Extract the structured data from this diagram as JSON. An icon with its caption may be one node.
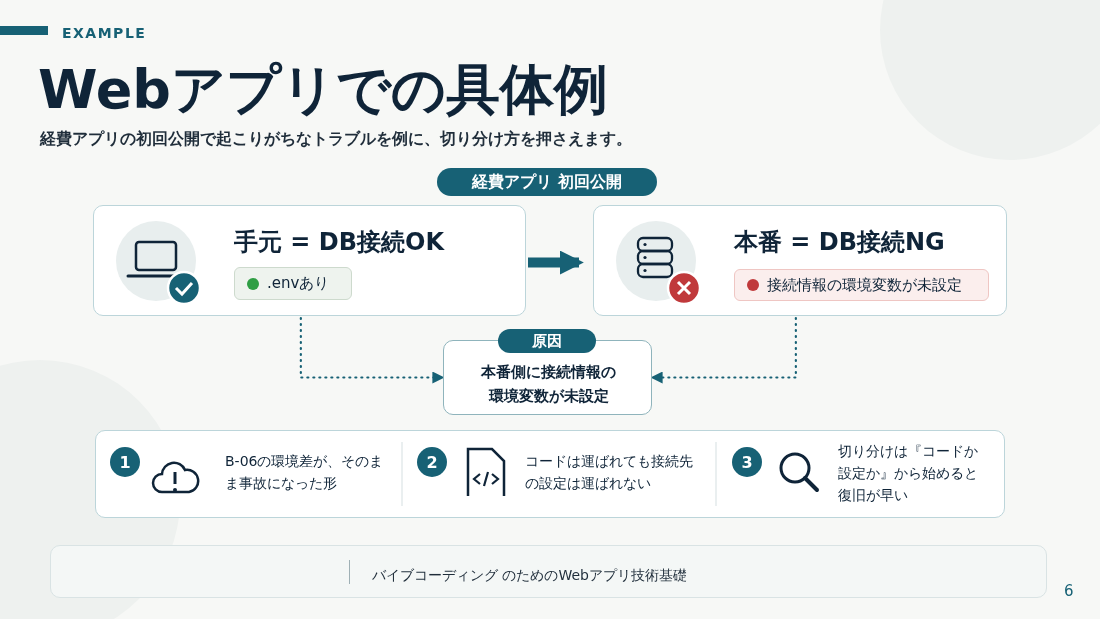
{
  "diagram": {
    "title": "Webアプリでの具体例",
    "nodes": [
      {
        "text": [
          "手元 = DB接続OK"
        ]
      },
      {
        "text": [
          ".envあり"
        ],
        "in": 0
      },
      {
        "text": [
          "本番 = DB接続NG"
        ]
      },
      {
        "text": [
          "接続情報の環境変数が未設定"
        ],
        "in": 2
      },
      {
        "text": [
          "原因",
          "本番側に接続情報の環境変数が未設定"
        ]
      },
      {
        "text": [
          "経費アプリ 初回公開"
        ]
      },
      {
        "text": [
          "1"
        ]
      },
      {
        "text": [
          "2"
        ]
      },
      {
        "text": [
          "3"
        ]
      }
    ],
    "edges": [
      {
        "from": 0,
        "to": 2,
        "arrow": "to",
        "style": "thick"
      },
      {
        "from": 0,
        "to": 4,
        "arrow": "to",
        "style": "dashed"
      },
      {
        "from": 2,
        "to": 4,
        "arrow": "to",
        "style": "dashed"
      }
    ],
    "labels": [
      "EXAMPLE",
      "経費アプリの初回公開で起こりがちなトラブルを例に、切り分け方を押さえます。",
      "B-06の環境差が、そのまま事故になった形",
      "コードは運ばれても接続先の設定は運ばれない",
      "切り分けは『コードか設定か』から始めると復旧が早い",
      "バイブコーディング のためのWebアプリ技術基礎",
      "6"
    ]
  }
}
